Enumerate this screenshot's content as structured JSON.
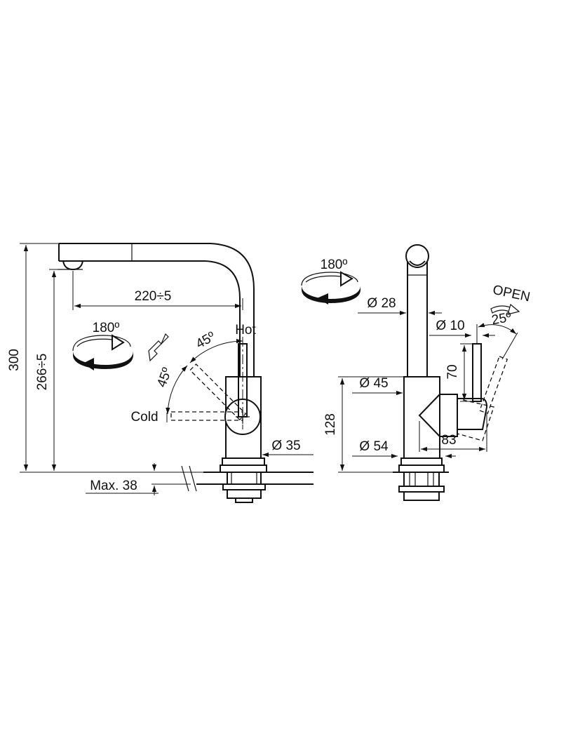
{
  "front_view": {
    "height_total": "300",
    "height_spout": "266÷5",
    "spout_reach": "220÷5",
    "swivel_angle": "180º",
    "lever_angle_hot": "45º",
    "lever_angle_cold": "45º",
    "label_hot": "Hot",
    "label_cold": "Cold",
    "body_diameter": "Ø 35",
    "max_counter_thickness": "Max. 38"
  },
  "side_view": {
    "swivel_angle": "180º",
    "spout_diameter": "Ø 28",
    "lever_diameter": "Ø 10",
    "lever_height": "70",
    "body_diameter": "Ø 45",
    "base_diameter": "Ø 54",
    "body_height": "128",
    "lever_depth": "83",
    "open_label": "OPEN",
    "open_angle": "25º"
  }
}
